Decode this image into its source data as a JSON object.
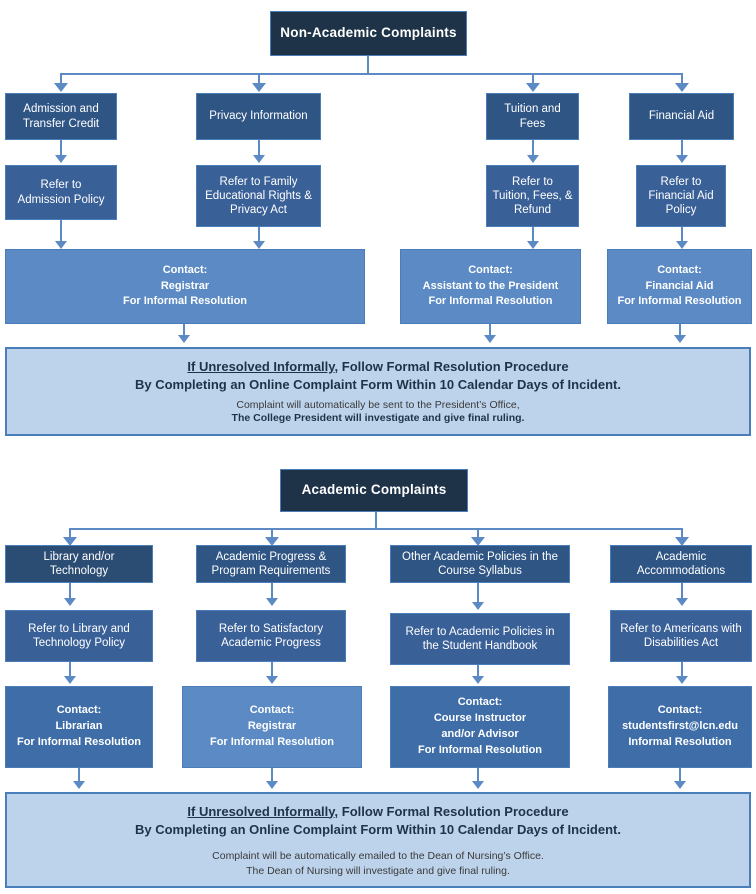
{
  "diagram": {
    "sections": [
      {
        "id": "non-academic",
        "title": "Non-Academic Complaints",
        "columns": [
          {
            "category": "Admission and\nTransfer Credit",
            "category_l1": "Admission and",
            "category_l2": "Transfer Credit",
            "refer_l1": "Refer to",
            "refer_l2": "Admission Policy",
            "refer_l3": ""
          },
          {
            "category_l1": "Privacy Information",
            "category_l2": "",
            "refer_l1": "Refer to Family",
            "refer_l2": "Educational Rights &",
            "refer_l3": "Privacy Act"
          },
          {
            "category_l1": "Tuition and",
            "category_l2": "Fees",
            "refer_l1": "Refer to",
            "refer_l2": "Tuition, Fees, &",
            "refer_l3": "Refund"
          },
          {
            "category_l1": "Financial Aid",
            "category_l2": "",
            "refer_l1": "Refer to",
            "refer_l2": "Financial Aid",
            "refer_l3": "Policy"
          }
        ],
        "contacts": [
          {
            "l1": "Contact:",
            "l2": "Registrar",
            "l3": "For Informal Resolution",
            "l4": ""
          },
          {
            "l1": "Contact:",
            "l2": "Assistant to the President",
            "l3": "For Informal Resolution",
            "l4": ""
          },
          {
            "l1": "Contact:",
            "l2": "Financial Aid",
            "l3": "For Informal Resolution",
            "l4": ""
          }
        ],
        "panel": {
          "line1_underlined": "If Unresolved Informally",
          "line1_rest": ", Follow Formal Resolution Procedure",
          "line2": "By Completing an Online Complaint Form Within 10 Calendar Days of Incident.",
          "line3": "Complaint will automatically be sent to the President’s Office,",
          "line4": "The College President will investigate and give final ruling."
        }
      },
      {
        "id": "academic",
        "title": "Academic Complaints",
        "columns": [
          {
            "category_l1": "Library and/or",
            "category_l2": "Technology",
            "refer_l1": "Refer to Library and",
            "refer_l2": "Technology Policy",
            "refer_l3": ""
          },
          {
            "category_l1": "Academic Progress &",
            "category_l2": "Program Requirements",
            "refer_l1": "Refer to Satisfactory",
            "refer_l2": "Academic Progress",
            "refer_l3": ""
          },
          {
            "category_l1": "Other Academic Policies in the",
            "category_l2": "Course Syllabus",
            "refer_l1": "Refer to Academic Policies in",
            "refer_l2": "the Student Handbook",
            "refer_l3": ""
          },
          {
            "category_l1": "Academic",
            "category_l2": "Accommodations",
            "refer_l1": "Refer to Americans with",
            "refer_l2": "Disabilities Act",
            "refer_l3": ""
          }
        ],
        "contacts": [
          {
            "l1": "Contact:",
            "l2": "Librarian",
            "l3": "For Informal Resolution",
            "l4": ""
          },
          {
            "l1": "Contact:",
            "l2": "Registrar",
            "l3": "For Informal Resolution",
            "l4": ""
          },
          {
            "l1": "Contact:",
            "l2": "Course Instructor",
            "l3": "and/or Advisor",
            "l4": "For Informal Resolution"
          },
          {
            "l1": "Contact:",
            "l2": "studentsfirst@lcn.edu",
            "l3": "Informal Resolution",
            "l4": ""
          }
        ],
        "panel": {
          "line1_underlined": "If Unresolved Informally",
          "line1_rest": ", Follow Formal Resolution Procedure",
          "line2": "By Completing an Online Complaint Form Within 10 Calendar Days of Incident.",
          "line3": "Complaint will be automatically emailed to the Dean of Nursing’s Office.",
          "line4": "The Dean of Nursing will investigate and give final ruling."
        }
      }
    ],
    "colors": {
      "title_bg": "#1E3348",
      "category_bg": "#2F5584",
      "refer_bg": "#3A6098",
      "contact_bg": "#5B8AC4",
      "contact_deep_bg": "#3E6DA8",
      "panel_bg": "#BDD3EB",
      "connector": "#5B8AC4",
      "border": "#4A7EBB",
      "text_light": "#FFFFFF",
      "text_dark": "#1F3348"
    }
  }
}
